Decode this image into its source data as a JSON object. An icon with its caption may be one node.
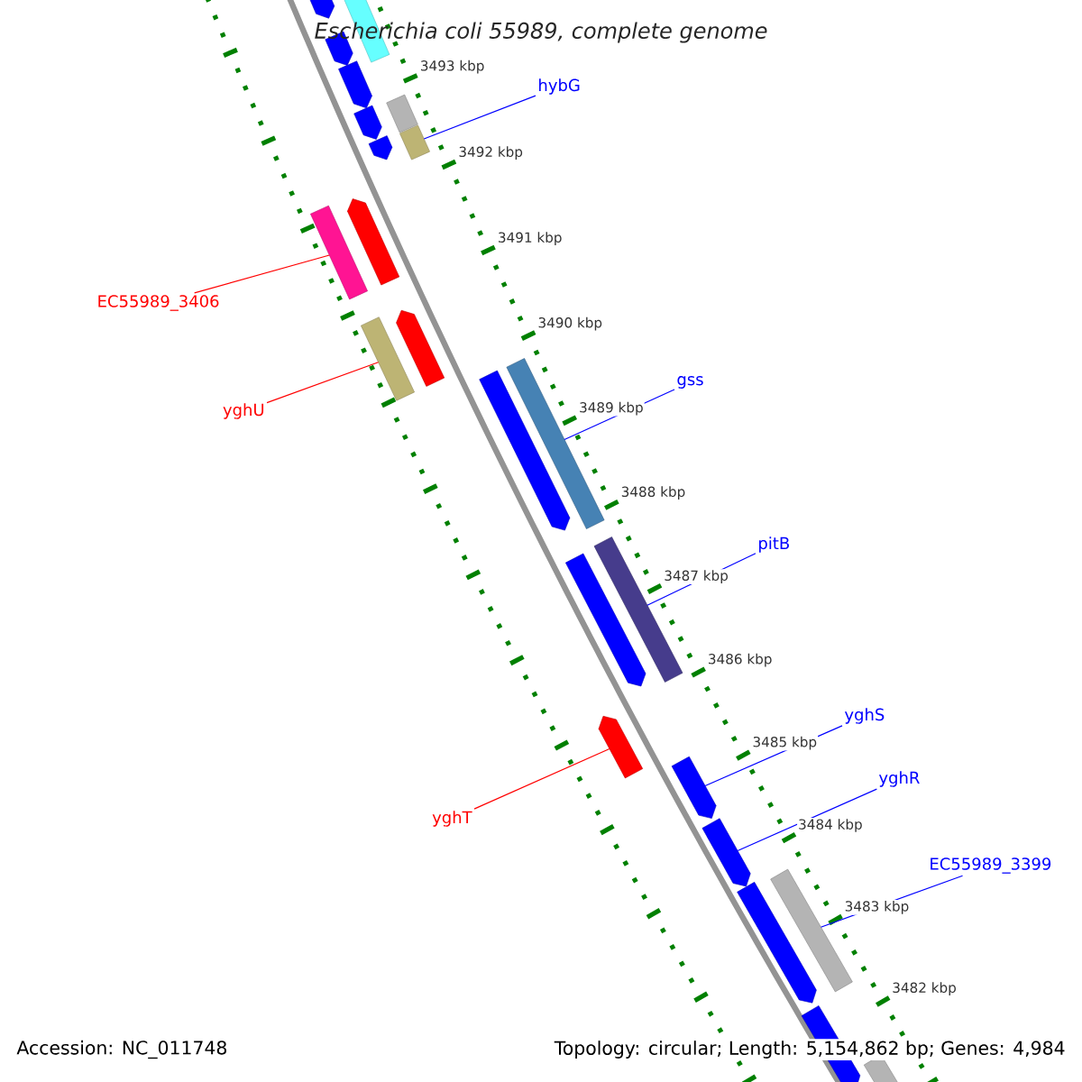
{
  "diagram": {
    "title": "Escherichia coli 55989, complete genome",
    "nodes": [
      {
        "text": [],
        "shape": "arrow"
      },
      {
        "text": [],
        "shape": "bar"
      },
      {
        "text": [],
        "shape": "arrow"
      },
      {
        "text": [
          "hybG"
        ]
      },
      {
        "text": [],
        "shape": "arrow"
      },
      {
        "text": [],
        "shape": "bar"
      },
      {
        "text": [],
        "shape": "arrow"
      },
      {
        "text": [],
        "shape": "bar"
      },
      {
        "text": [],
        "shape": "arrow"
      },
      {
        "text": [],
        "shape": "arrow"
      },
      {
        "text": [],
        "shape": "bar"
      },
      {
        "text": [
          "EC55989_3406"
        ]
      },
      {
        "text": [],
        "shape": "arrow"
      },
      {
        "text": [],
        "shape": "bar"
      },
      {
        "text": [
          "gss"
        ]
      },
      {
        "text": [
          "yghU"
        ]
      },
      {
        "text": [],
        "shape": "bar"
      },
      {
        "text": [],
        "shape": "arrow"
      },
      {
        "text": [
          "pitB"
        ]
      },
      {
        "text": [],
        "shape": "bar"
      },
      {
        "text": [],
        "shape": "arrow"
      },
      {
        "text": [
          "yghS"
        ]
      },
      {
        "text": [],
        "shape": "arrow"
      },
      {
        "text": [
          "yghR"
        ]
      },
      {
        "text": [],
        "shape": "arrow"
      },
      {
        "text": [
          "yghT"
        ]
      },
      {
        "text": [],
        "shape": "arrow"
      },
      {
        "text": [
          "EC55989_3399"
        ]
      },
      {
        "text": [],
        "shape": "bar"
      },
      {
        "text": [],
        "shape": "arrow"
      },
      {
        "text": [],
        "shape": "arrow"
      },
      {
        "text": [],
        "shape": "bar"
      }
    ],
    "edges": [
      {
        "from": 3,
        "to": 7,
        "arrow": "none"
      },
      {
        "from": 11,
        "to": 10,
        "arrow": "none",
        "color": "#ff0000"
      },
      {
        "from": 15,
        "to": 13,
        "arrow": "none",
        "color": "#ff0000"
      },
      {
        "from": 14,
        "to": 16,
        "arrow": "none"
      },
      {
        "from": 18,
        "to": 19,
        "arrow": "none"
      },
      {
        "from": 21,
        "to": 22,
        "arrow": "none"
      },
      {
        "from": 23,
        "to": 24,
        "arrow": "none"
      },
      {
        "from": 25,
        "to": 20,
        "arrow": "none",
        "color": "#ff0000"
      },
      {
        "from": 27,
        "to": 28,
        "arrow": "none"
      }
    ],
    "labels": [
      "3493 kbp",
      "3492 kbp",
      "3491 kbp",
      "3490 kbp",
      "3489 kbp",
      "3488 kbp",
      "3487 kbp",
      "3486 kbp",
      "3485 kbp",
      "3484 kbp",
      "3483 kbp",
      "3482 kbp",
      "Accession: NC_011748",
      "Topology: circular; Length: 5,154,862 bp; Genes: 4,984"
    ]
  }
}
